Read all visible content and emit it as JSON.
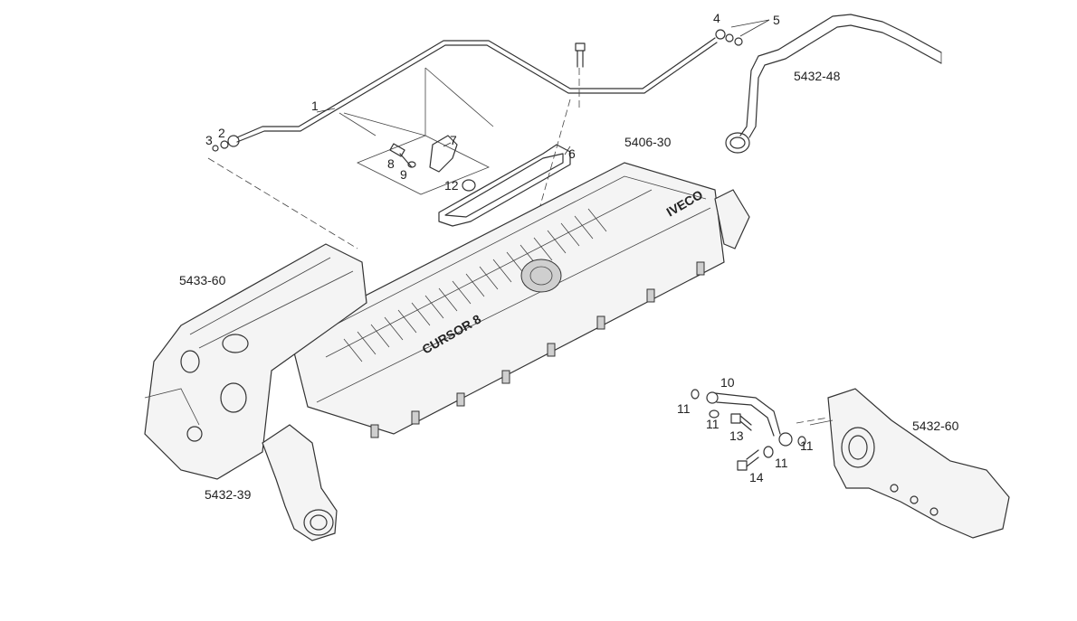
{
  "part_numbers": [
    "1",
    "2",
    "3",
    "4",
    "5",
    "6",
    "7",
    "8",
    "9",
    "10",
    "11",
    "11",
    "11",
    "11",
    "12",
    "13",
    "14"
  ],
  "assembly_refs": {
    "top_right_pipe": "5432-48",
    "rocker_cover": "5406-30",
    "manifold_left": "5433-60",
    "elbow": "5432-39",
    "bracket_right": "5432-60"
  },
  "branding": {
    "cover_logo": "IVECO",
    "cover_text": "CURSOR 8"
  },
  "colors": {
    "line": "#333333",
    "background": "#ffffff",
    "fill": "#f4f4f4"
  }
}
